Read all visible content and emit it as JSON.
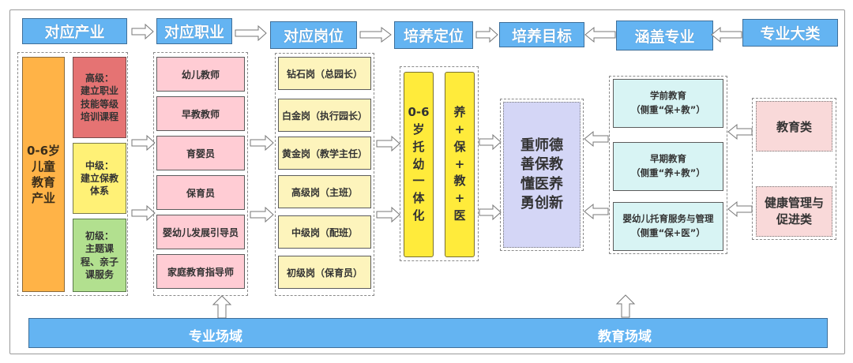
{
  "headers": {
    "industry": "对应产业",
    "occupation": "对应职业",
    "position": "对应岗位",
    "positioning": "培养定位",
    "goal": "培养目标",
    "majors": "涵盖专业",
    "category": "专业大类"
  },
  "industry": {
    "main": "0-6岁儿童教育产业",
    "main_lines": [
      "0-6岁",
      "儿童",
      "教育",
      "产业"
    ],
    "levels": [
      {
        "lines": [
          "高级：",
          "建立职业",
          "技能等级",
          "培训课程"
        ],
        "color": "#e57373"
      },
      {
        "lines": [
          "中级：",
          "建立保教",
          "体系"
        ],
        "color": "#fff176"
      },
      {
        "lines": [
          "初级：",
          "主题课",
          "程、亲子",
          "课服务"
        ],
        "color": "#b2e08f"
      }
    ],
    "main_color": "#ffb347"
  },
  "occupations": [
    "幼儿教师",
    "早教教师",
    "育婴员",
    "保育员",
    "婴幼儿发展引导员",
    "家庭教育指导师"
  ],
  "positions": [
    "钻石岗（总园长）",
    "白金岗（执行园长）",
    "黄金岗（教学主任）",
    "高级岗（主班）",
    "中级岗（配班）",
    "初级岗（保育员）"
  ],
  "positioning": {
    "col1": "0-6岁托幼一体化",
    "col1_lines": [
      "0-6",
      "岁",
      "托",
      "幼",
      "一",
      "体",
      "化"
    ],
    "col2": "养+保+教+医",
    "col2_lines": [
      "养",
      "+",
      "保",
      "+",
      "教",
      "+",
      "医"
    ]
  },
  "goal": {
    "lines": [
      "重师德",
      "善保教",
      "懂医养",
      "勇创新"
    ]
  },
  "majors": [
    {
      "name": "学前教育",
      "note": "（侧重“保+教”）"
    },
    {
      "name": "早期教育",
      "note": "（侧重“养+教”）"
    },
    {
      "name": "婴幼儿托育服务与管理",
      "note": "（侧重“保+医”）"
    }
  ],
  "categories": [
    {
      "lines": [
        "教育类"
      ]
    },
    {
      "lines": [
        "健康管理与",
        "促进类"
      ]
    }
  ],
  "fields": {
    "professional": "专业场域",
    "education": "教育场域"
  },
  "colors": {
    "header_blue": "#64b4f2",
    "occupation_pink": "#ffccd4",
    "position_yellow": "#fdf4bc",
    "positioning_yellow": "#ffeb3b",
    "goal_lavender": "#d4d6f6",
    "major_cyan": "#d8f4f4",
    "category_pink": "#f9d9d9"
  }
}
